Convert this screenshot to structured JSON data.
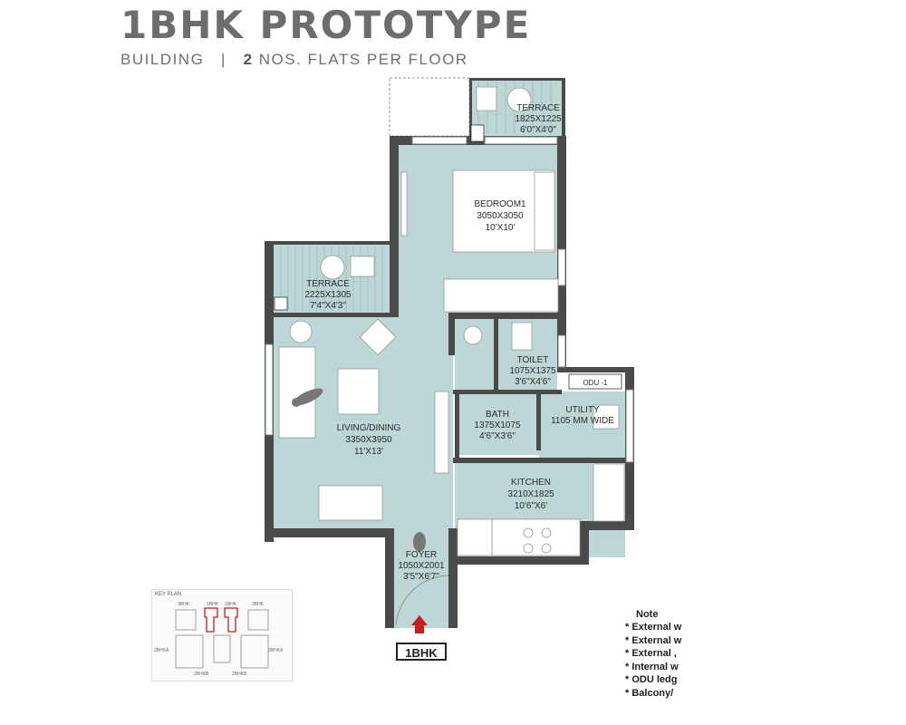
{
  "header": {
    "title": "1BHK PROTOTYPE",
    "subtitle_left": "BUILDING",
    "subtitle_sep": "|",
    "subtitle_count": "2",
    "subtitle_right": "NOS. FLATS PER FLOOR"
  },
  "colors": {
    "room_fill": "#bcd7d6",
    "wall": "#4a4a4a",
    "furniture": "#ffffff"
  },
  "rooms": {
    "terrace_top": {
      "name": "TERRACE",
      "size_mm": "1825X1225",
      "size_ft": "6'0\"X4'0\""
    },
    "bedroom": {
      "name": "BEDROOM1",
      "size_mm": "3050X3050",
      "size_ft": "10'X10'"
    },
    "terrace_left": {
      "name": "TERRACE",
      "size_mm": "2225X1305",
      "size_ft": "7'4\"X4'3\""
    },
    "toilet": {
      "name": "TOILET",
      "size_mm": "1075X1375",
      "size_ft": "3'6\"X4'6\""
    },
    "utility": {
      "name": "UTILITY",
      "size_mm": "1105 MM WIDE"
    },
    "odu": {
      "name": "ODU -1"
    },
    "bath": {
      "name": "BATH",
      "size_mm": "1375X1075",
      "size_ft": "4'6\"X3'6\""
    },
    "living": {
      "name": "LIVING/DINING",
      "size_mm": "3350X3950",
      "size_ft": "11'X13'"
    },
    "kitchen": {
      "name": "KITCHEN",
      "size_mm": "3210X1825",
      "size_ft": "10'6\"X6'"
    },
    "foyer": {
      "name": "FOYER",
      "size_mm": "1050X2001",
      "size_ft": "3'5\"X6'7\""
    }
  },
  "unit_tag": "1BHK",
  "key_plan": {
    "title": "KEY PLAN",
    "top_labels": [
      "3BHK",
      "1BHK",
      "1BHK",
      "3BHK"
    ],
    "side_left": "2BHKA",
    "side_right": "2BHKA",
    "bottom_labels": [
      "2BHKB",
      "2BHKB"
    ]
  },
  "notes": {
    "title": "Note",
    "items": [
      "* External w",
      "* External w",
      "* External ,",
      "* Internal w",
      "* ODU ledg",
      "* Balcony/"
    ]
  }
}
